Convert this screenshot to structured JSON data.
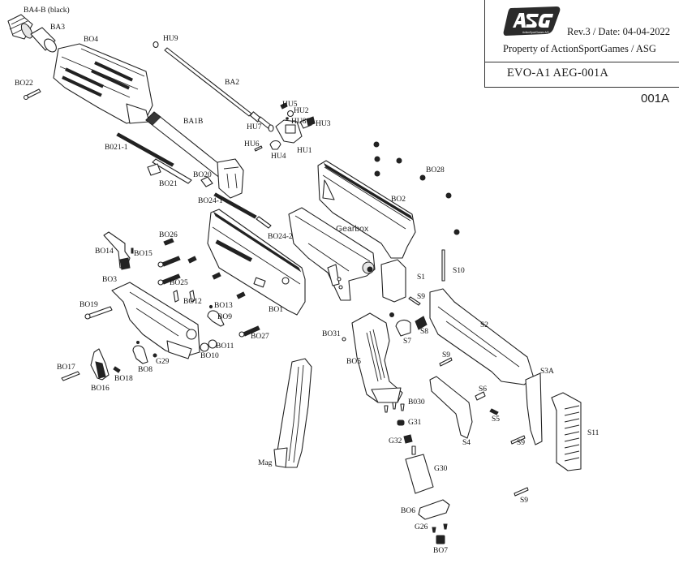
{
  "title_block": {
    "brand": "ASG",
    "brand_tagline": "ActionSportGames A/S",
    "revision": "Rev.3 / Date: 04-04-2022",
    "property": "Property of ActionSportGames / ASG",
    "model": "EVO-A1 AEG-001A",
    "sheet_code": "001A"
  },
  "parts": {
    "BA4B": "BA4-B (black)",
    "BA3": "BA3",
    "BO4": "BO4",
    "BO22": "BO22",
    "HU9": "HU9",
    "BA2": "BA2",
    "HU5": "HU5",
    "HU2": "HU2",
    "HU8": "HU8",
    "HU3": "HU3",
    "HU7": "HU7",
    "HU6": "HU6",
    "HU1": "HU1",
    "HU4": "HU4",
    "BA1B": "BA1B",
    "B021_1": "B021-1",
    "BO21": "BO21",
    "BO20": "BO20",
    "BO24_1": "BO24-1",
    "BO24_2": "BO24-2",
    "BO28": "BO28",
    "BO2": "BO2",
    "Gearbox": "Gearbox",
    "BO26": "BO26",
    "BO14": "BO14",
    "BO15": "BO15",
    "BO25": "BO25",
    "BO3": "BO3",
    "BO12": "BO12",
    "BO13": "BO13",
    "BO9": "BO9",
    "BO1": "BO1",
    "BO19": "BO19",
    "BO27": "BO27",
    "BO11": "BO11",
    "BO10": "BO10",
    "G29": "G29",
    "BO8": "BO8",
    "BO17": "BO17",
    "BO18": "BO18",
    "BO16": "BO16",
    "S1": "S1",
    "S10": "S10",
    "S9a": "S9",
    "S8": "S8",
    "S7": "S7",
    "S2": "S2",
    "BO31": "BO31",
    "BO5": "BO5",
    "S9b": "S9",
    "S3A": "S3A",
    "S6": "S6",
    "S5": "S5",
    "B030": "B030",
    "G31": "G31",
    "S4": "S4",
    "S9c": "S9",
    "S11": "S11",
    "G32": "G32",
    "Mag": "Mag",
    "G30": "G30",
    "S9d": "S9",
    "BO6": "BO6",
    "G26": "G26",
    "BO7": "BO7"
  }
}
